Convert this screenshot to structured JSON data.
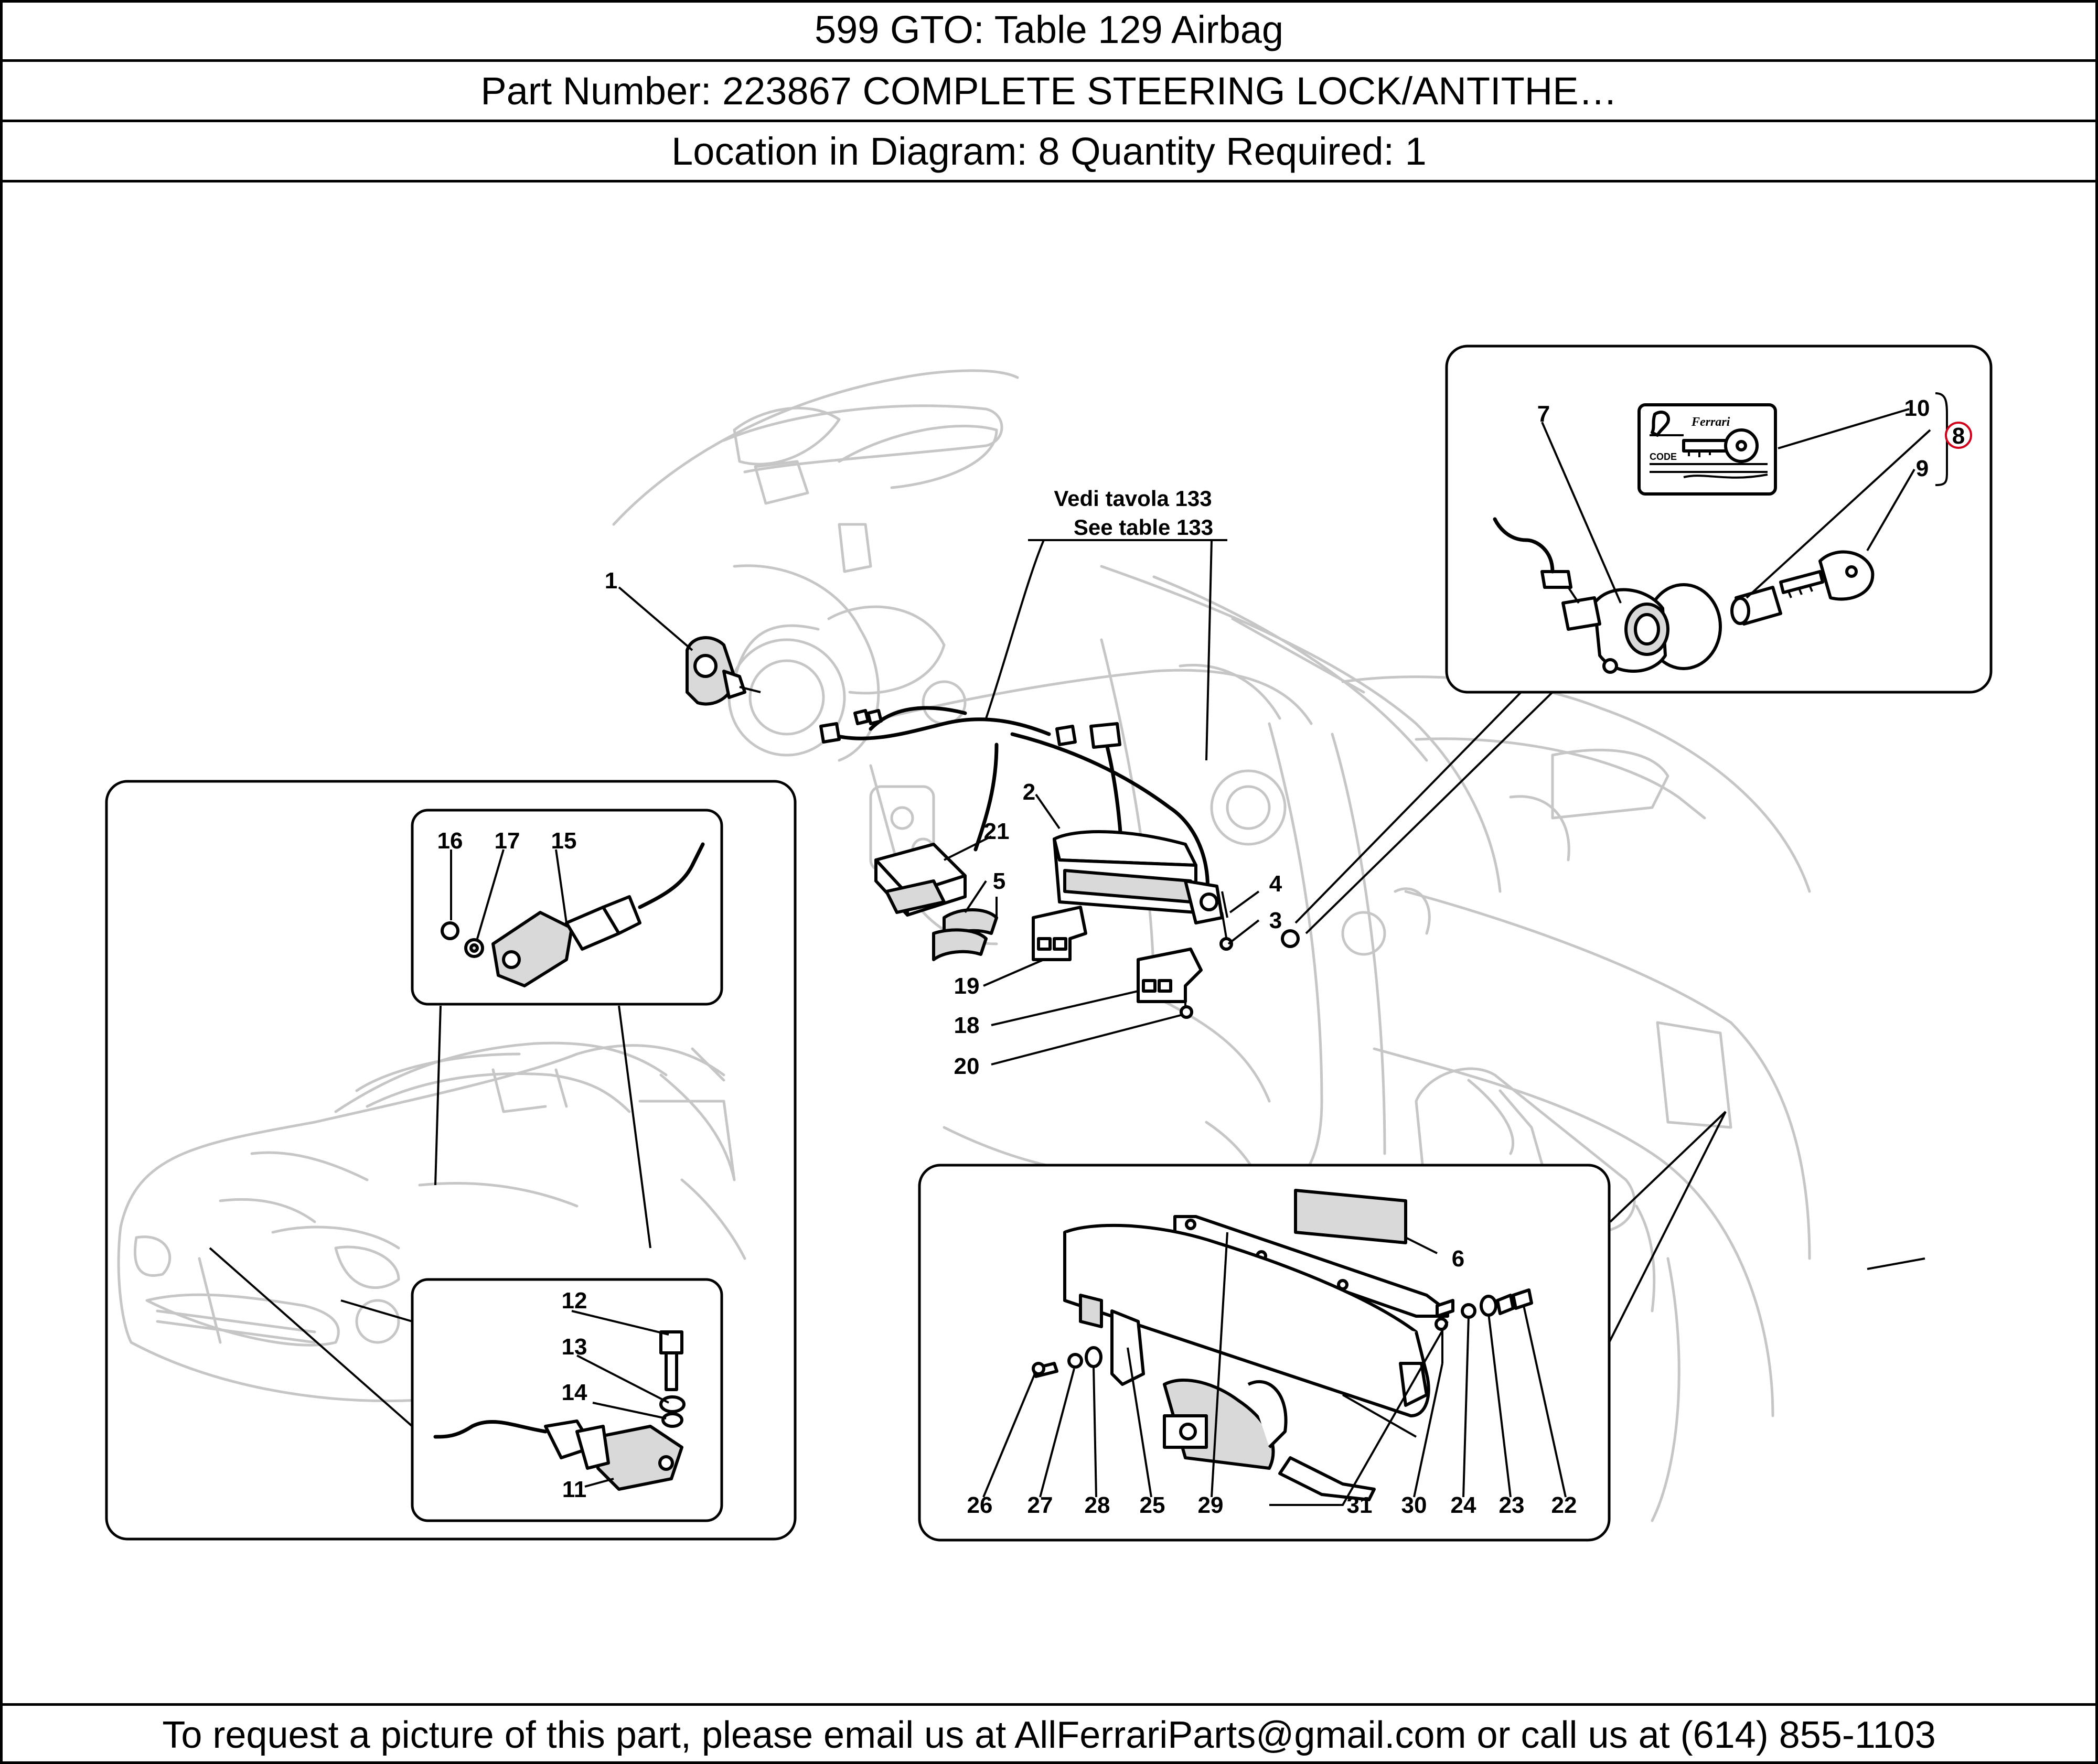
{
  "header": {
    "title": "599 GTO:   Table 129 Airbag",
    "part": "Part Number: 223867   COMPLETE STEERING LOCK/ANTITHE…",
    "location": "Location in Diagram: 8   Quantity Required: 1"
  },
  "diagram": {
    "reference_line1": "Vedi tavola 133",
    "reference_line2": "See table 133",
    "highlight_color": "#d0021b",
    "highlighted_callout": "8",
    "callouts": [
      "1",
      "2",
      "3",
      "4",
      "5",
      "6",
      "7",
      "8",
      "9",
      "10",
      "11",
      "12",
      "13",
      "14",
      "15",
      "16",
      "17",
      "18",
      "19",
      "20",
      "21",
      "22",
      "23",
      "24",
      "25",
      "26",
      "27",
      "28",
      "29",
      "30",
      "31"
    ],
    "icons": [
      "ferrari-horse-icon",
      "key-icon"
    ],
    "key_card": {
      "brand": "Ferrari",
      "code_label": "CODE"
    }
  },
  "footer": {
    "text": "To request a picture of this part, please email us at AllFerrariParts@gmail.com or call us at (614) 855-1103"
  }
}
